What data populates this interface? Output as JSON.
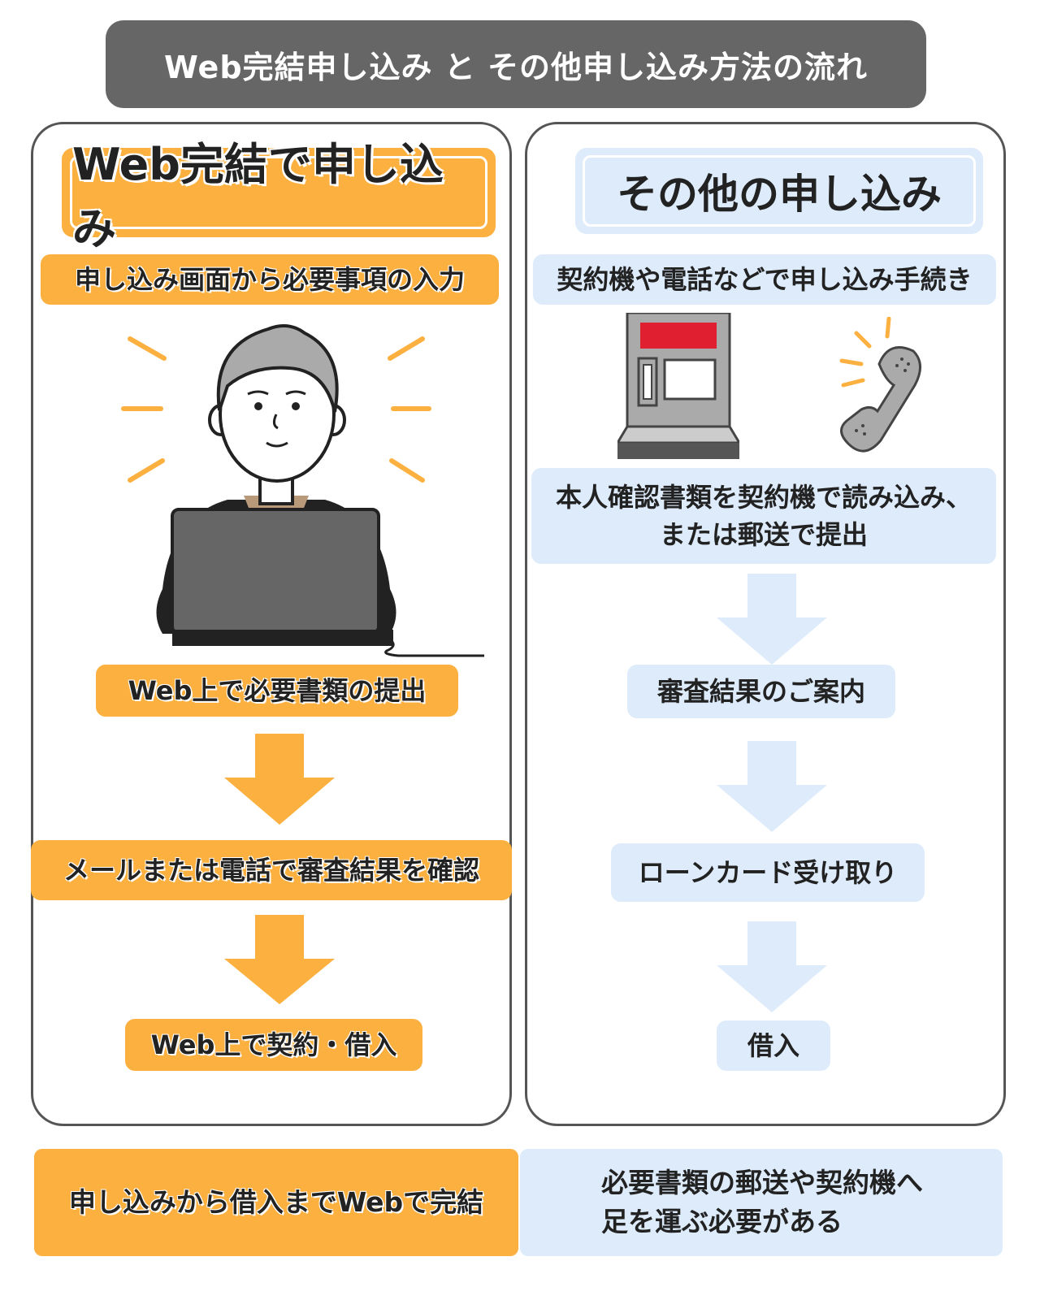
{
  "title": "Web完結申し込み と その他申し込み方法の流れ",
  "left": {
    "heading": "Web完結で申し込み",
    "steps": [
      "申し込み画面から必要事項の入力",
      "Web上で必要書類の提出",
      "メールまたは電話で審査結果を確認",
      "Web上で契約・借入"
    ],
    "summary": "申し込みから借入までWebで完結",
    "illustration": "person-laptop-icon"
  },
  "right": {
    "heading": "その他の申し込み",
    "steps": [
      "契約機や電話などで申し込み手続き",
      "本人確認書類を契約機で読み込み、",
      "または郵送で提出",
      "審査結果のご案内",
      "ローンカード受け取り",
      "借入"
    ],
    "summary_line1": "必要書類の郵送や契約機へ",
    "summary_line2": "足を運ぶ必要がある",
    "illustrations": [
      "contract-machine-icon",
      "telephone-icon"
    ]
  },
  "colors": {
    "header_bg": "#666666",
    "orange": "#fbb040",
    "light_blue": "#ddebfb",
    "panel_border": "#555555"
  }
}
